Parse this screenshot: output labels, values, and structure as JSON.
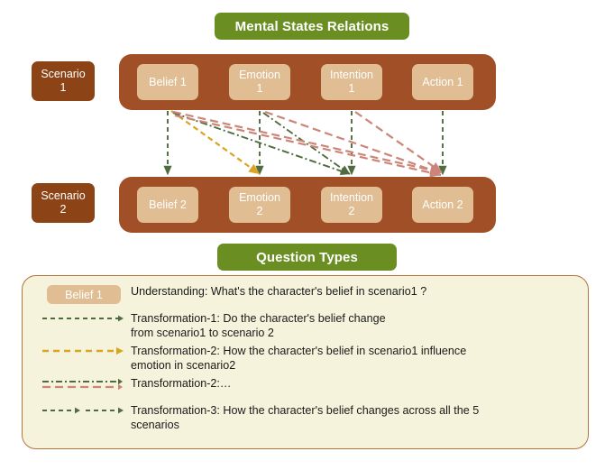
{
  "banners": {
    "mental_states": "Mental States Relations",
    "question_types": "Question Types"
  },
  "colors": {
    "banner_green": "#6a8e22",
    "scenario_chip_brown": "#8c4315",
    "band_brown": "#a04f26",
    "state_box_tan": "#e0bd93",
    "legend_bg": "#f5f3dc",
    "legend_border": "#b5723c",
    "arrow_green": "#4f6b3f",
    "arrow_gold": "#d9a521",
    "arrow_rose": "#cc8679"
  },
  "scenarios": [
    {
      "label_line1": "Scenario",
      "label_line2": "1",
      "states": [
        {
          "name": "belief",
          "line1": "Belief 1",
          "line2": ""
        },
        {
          "name": "emotion",
          "line1": "Emotion",
          "line2": "1"
        },
        {
          "name": "intention",
          "line1": "Intention",
          "line2": "1"
        },
        {
          "name": "action",
          "line1": "Action 1",
          "line2": ""
        }
      ]
    },
    {
      "label_line1": "Scenario",
      "label_line2": "2",
      "states": [
        {
          "name": "belief",
          "line1": "Belief 2",
          "line2": ""
        },
        {
          "name": "emotion",
          "line1": "Emotion",
          "line2": "2"
        },
        {
          "name": "intention",
          "line1": "Intention",
          "line2": "2"
        },
        {
          "name": "action",
          "line1": "Action 2",
          "line2": ""
        }
      ]
    }
  ],
  "legend": {
    "rows": [
      {
        "swatch": "belief-chip",
        "chip_label": "Belief 1",
        "text": "Understanding: What's the character's belief in scenario1 ?"
      },
      {
        "swatch": "green-dashed-arrow",
        "chip_label": "",
        "text": "Transformation-1: Do the character's belief change\nfrom scenario1 to scenario 2"
      },
      {
        "swatch": "gold-dashed-arrow",
        "chip_label": "",
        "text": "Transformation-2: How the character's belief in scenario1 influence\nemotion in scenario2"
      },
      {
        "swatch": "green-rose-dashdot-arrow",
        "chip_label": "",
        "text": "Transformation-2:…"
      },
      {
        "swatch": "green-double-dashed-arrow",
        "chip_label": "",
        "text": "Transformation-3: How the character's belief changes across all the 5\nscenarios"
      }
    ]
  }
}
